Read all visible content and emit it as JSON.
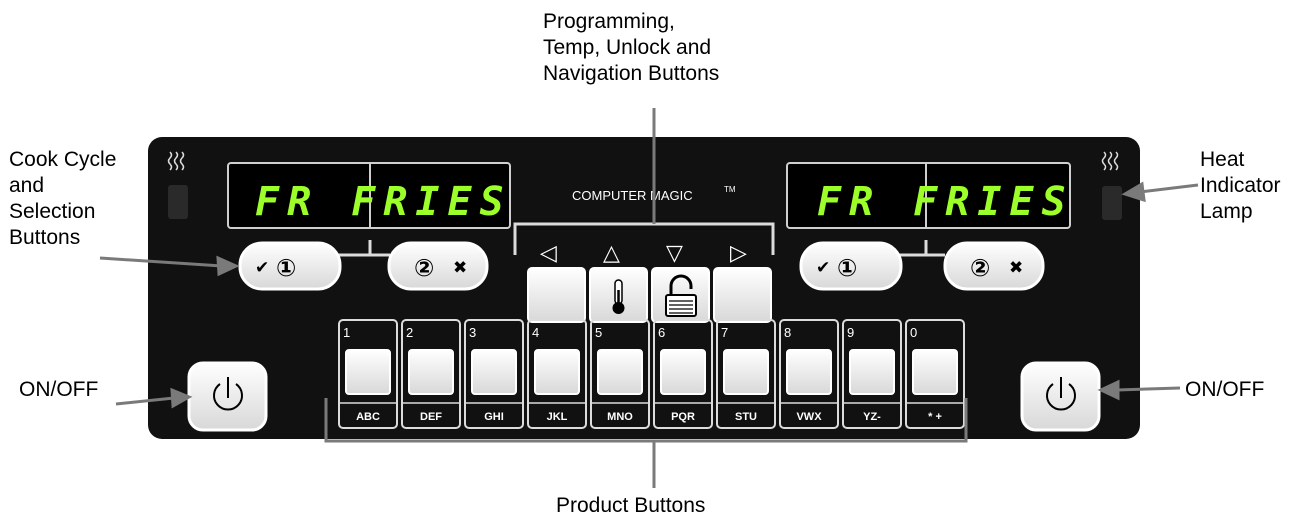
{
  "callouts": {
    "programming": "Programming,\nTemp, Unlock and\nNavigation Buttons",
    "cook_cycle": "Cook Cycle\nand\nSelection\nButtons",
    "heat_indicator": "Heat\nIndicator\nLamp",
    "on_off_left": "ON/OFF",
    "on_off_right": "ON/OFF",
    "product_buttons": "Product Buttons"
  },
  "panel": {
    "brand": "COMPUTER MAGIC",
    "trademark": "TM",
    "left_display": "FR FRIES",
    "right_display": "FR FRIES",
    "nav_arrows": [
      "◁",
      "△",
      "▽",
      "▷"
    ],
    "selection_buttons": {
      "check_mark": "✔",
      "num1": "①",
      "num2": "②",
      "x_mark": "✖"
    },
    "product_keys": [
      {
        "num": "1",
        "letters": "ABC"
      },
      {
        "num": "2",
        "letters": "DEF"
      },
      {
        "num": "3",
        "letters": "GHI"
      },
      {
        "num": "4",
        "letters": "JKL"
      },
      {
        "num": "5",
        "letters": "MNO"
      },
      {
        "num": "6",
        "letters": "PQR"
      },
      {
        "num": "7",
        "letters": "STU"
      },
      {
        "num": "8",
        "letters": "VWX"
      },
      {
        "num": "9",
        "letters": "YZ-"
      },
      {
        "num": "0",
        "letters": "* +"
      }
    ],
    "colors": {
      "panel": "#111111",
      "lcd_text": "#9cff2a",
      "button_face": "#f2f2f2"
    }
  }
}
